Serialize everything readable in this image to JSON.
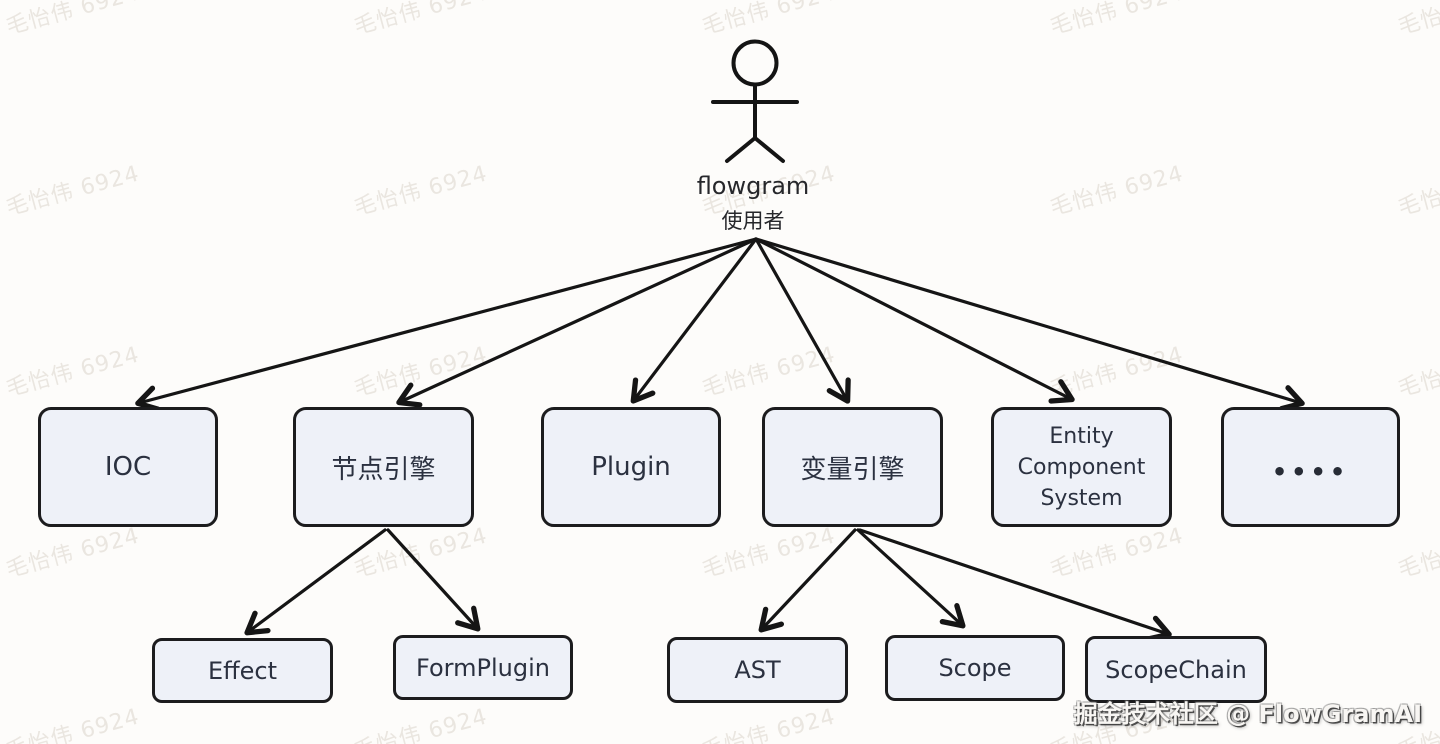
{
  "actor": {
    "line1": "flowgram",
    "line2": "使用者"
  },
  "level1": [
    {
      "label": "IOC"
    },
    {
      "label": "节点引擎"
    },
    {
      "label": "Plugin"
    },
    {
      "label": "变量引擎"
    },
    {
      "label_lines": [
        "Entity",
        "Component",
        "System"
      ]
    },
    {
      "label": "••••"
    }
  ],
  "node_engine_children": [
    {
      "label": "Effect"
    },
    {
      "label": "FormPlugin"
    }
  ],
  "variable_engine_children": [
    {
      "label": "AST"
    },
    {
      "label": "Scope"
    },
    {
      "label": "ScopeChain"
    }
  ],
  "watermark": {
    "text": "毛怡伟 6924"
  },
  "footer_watermark": {
    "text": "掘金技术社区 @ FlowGramAI"
  },
  "colors": {
    "background": "#fdfcfa",
    "box_fill": "#eef1f8",
    "box_border": "#1c1c1e",
    "arrow": "#151515",
    "label_text": "#2b3140",
    "diagonal_watermark": "#eae6e0"
  }
}
